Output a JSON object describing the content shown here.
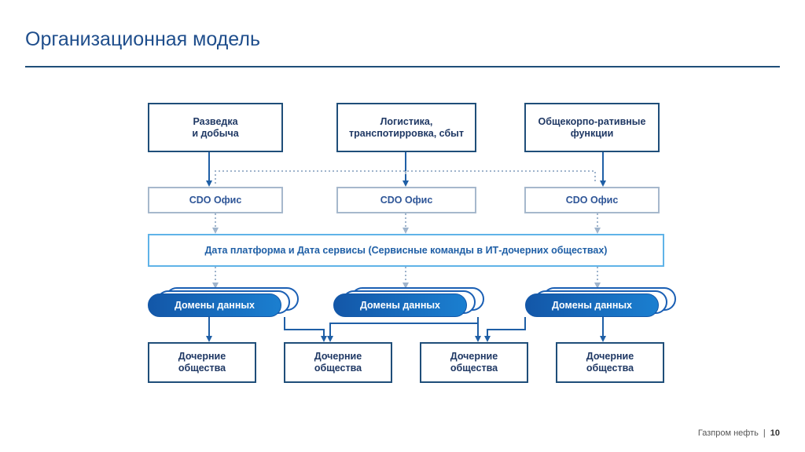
{
  "header": {
    "title": "Организационная модель"
  },
  "diagram": {
    "top_boxes": [
      "Разведка\nи добыча",
      "Логистика,\nтранспотирровка, сбыт",
      "Общекорпо-ративные\nфункции"
    ],
    "cdo_boxes": [
      "CDO Офис",
      "CDO Офис",
      "CDO Офис"
    ],
    "platform": "Дата платформа и Дата сервисы (Сервисные команды в ИТ-дочерних обществах)",
    "domains": [
      "Домены данных",
      "Домены данных",
      "Домены данных"
    ],
    "subsidiaries": [
      "Дочерние\nобщества",
      "Дочерние\nобщества",
      "Дочерние\nобщества",
      "Дочерние\nобщества"
    ]
  },
  "footer": {
    "company": "Газпром нефть",
    "separator": "|",
    "page": "10"
  }
}
